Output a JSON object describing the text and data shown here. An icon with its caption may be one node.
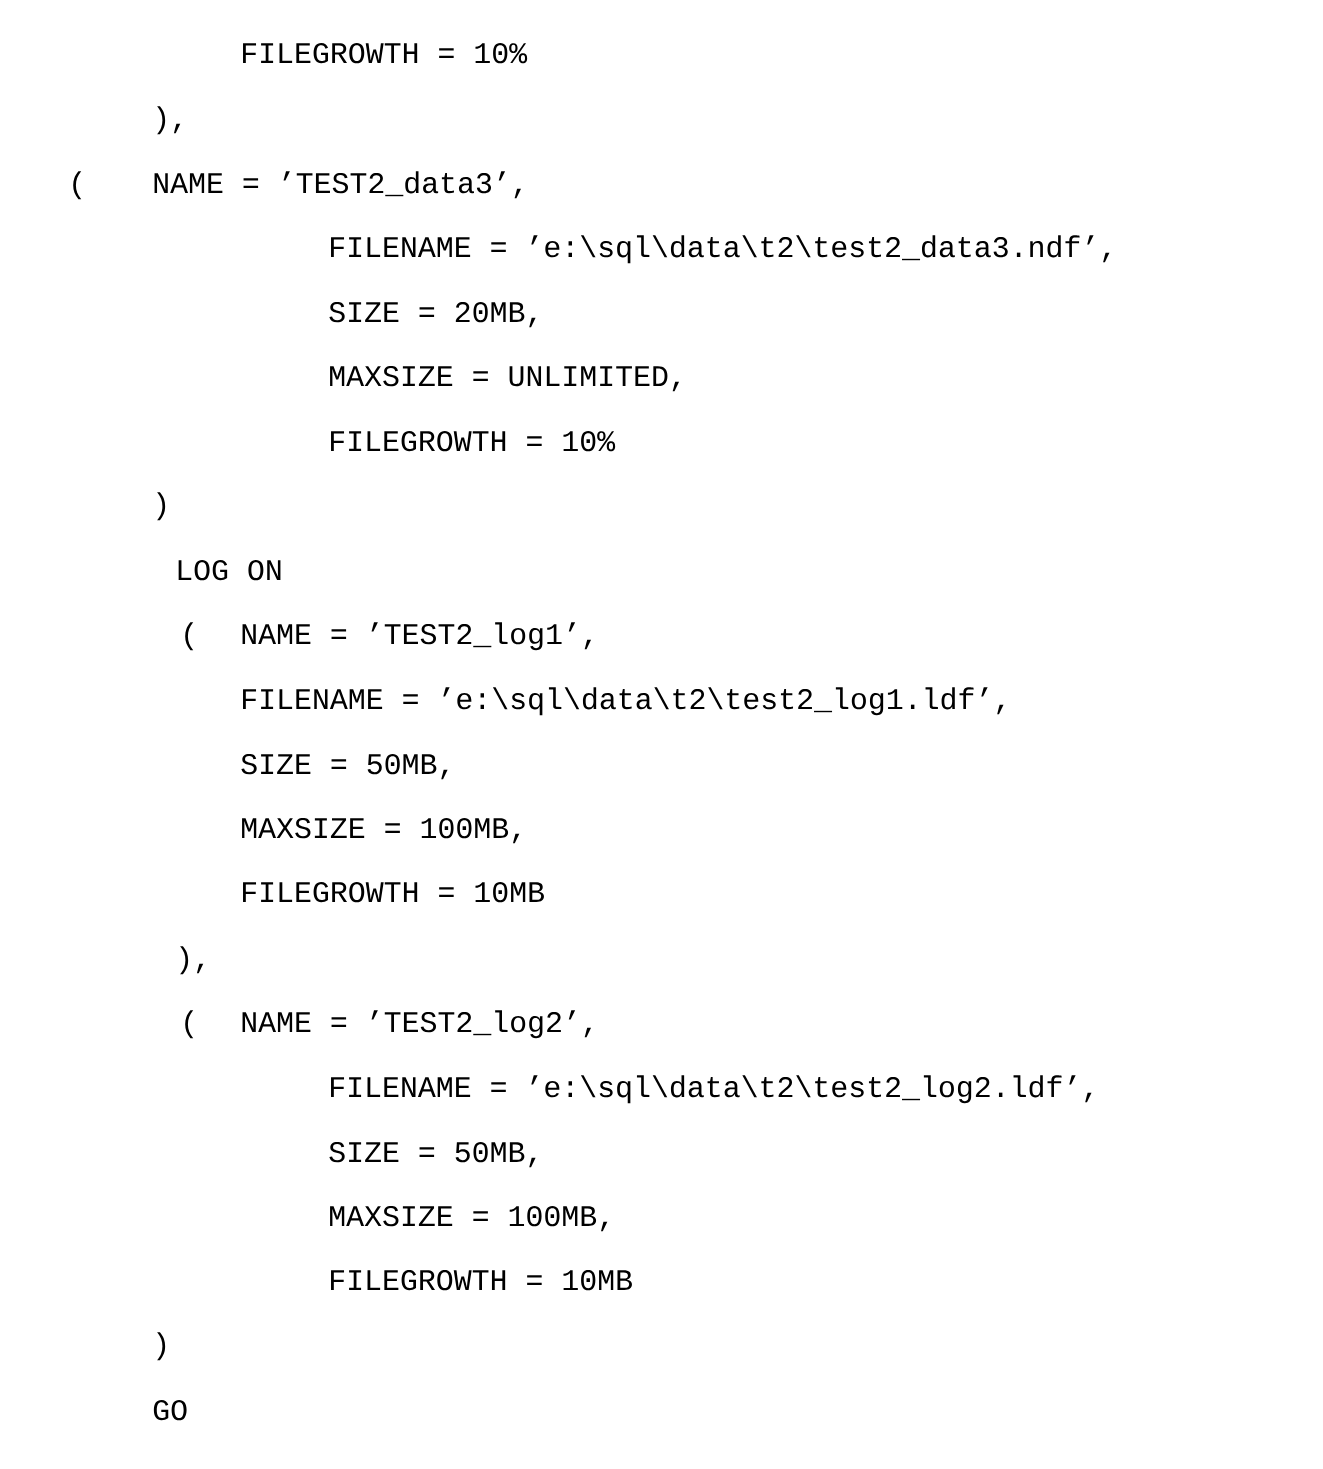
{
  "diagram": {
    "labels": [
      "FILEGROWTH = 10%",
      "),",
      "(",
      "NAME = ’TEST2_data3’,",
      "FILENAME = ’e:\\sql\\data\\t2\\test2_data3.ndf’,",
      "SIZE = 20MB,",
      "MAXSIZE = UNLIMITED,",
      "FILEGROWTH = 10%",
      ")",
      "LOG ON",
      "(",
      "NAME = ’TEST2_log1’,",
      "FILENAME = ’e:\\sql\\data\\t2\\test2_log1.ldf’,",
      "SIZE = 50MB,",
      "MAXSIZE = 100MB,",
      "FILEGROWTH = 10MB",
      "),",
      "(",
      "NAME = ’TEST2_log2’,",
      "FILENAME = ’e:\\sql\\data\\t2\\test2_log2.ldf’,",
      "SIZE = 50MB,",
      "MAXSIZE = 100MB,",
      "FILEGROWTH = 10MB",
      ")",
      "GO"
    ]
  }
}
